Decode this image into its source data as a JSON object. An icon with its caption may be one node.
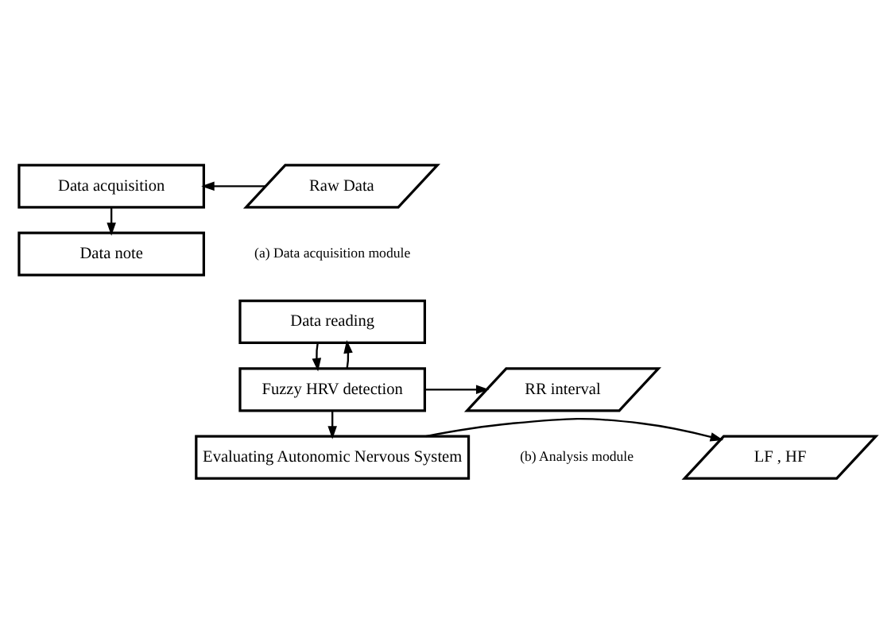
{
  "diagram": {
    "nodes": [
      {
        "text": [
          "Data acquisition"
        ]
      },
      {
        "text": [
          "Raw Data"
        ]
      },
      {
        "text": [
          "Data note"
        ]
      },
      {
        "text": [
          "Data reading"
        ]
      },
      {
        "text": [
          "Fuzzy HRV detection"
        ]
      },
      {
        "text": [
          "RR interval"
        ]
      },
      {
        "text": [
          "Evaluating Autonomic Nervous System"
        ]
      },
      {
        "text": [
          "LF , HF"
        ]
      }
    ],
    "edges": [
      {
        "from": 1,
        "to": 0,
        "arrow": "to"
      },
      {
        "from": 0,
        "to": 2,
        "arrow": "to"
      },
      {
        "from": 3,
        "to": 4,
        "arrow": "to"
      },
      {
        "from": 4,
        "to": 3,
        "arrow": "to"
      },
      {
        "from": 4,
        "to": 5,
        "arrow": "to"
      },
      {
        "from": 4,
        "to": 6,
        "arrow": "to"
      },
      {
        "from": 6,
        "to": 7,
        "arrow": "to"
      }
    ],
    "labels": [
      "(a) Data acquisition module",
      "(b) Analysis module"
    ]
  }
}
